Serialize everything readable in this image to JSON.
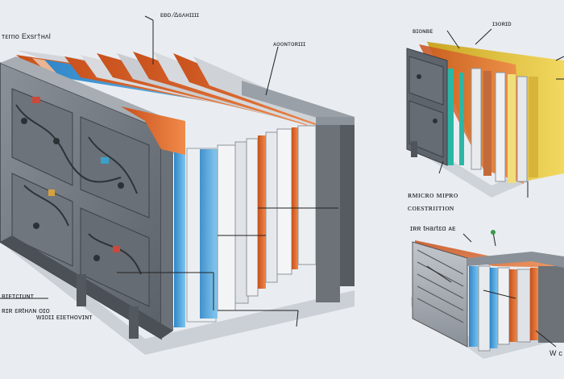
{
  "labels": {
    "top_left": "ᴛεrno Exsr†ʜʌl",
    "top_center": "ᴇᴆᴅ ⁄∆ɢʌʜɪɪɪɪ",
    "mid_center": "ᴀᴏᴏɴᴛᴏʀɪɪɪ",
    "bottom_left_1": "ʙɪᴇᴛᴄɪᴜɴᴛ",
    "bottom_left_2": "ʀɪʀ ɛʀtʜʌɴ ᴏɪᴏ",
    "bottom_left_3": "ᴡɪᴏɪɪ ᴇɪᴇᴛʜᴏᴠɪɴᴛ",
    "right_top_a": "ʙɪᴏɴʙᴇ",
    "right_top_b": "ɪᴈᴏʀɪᴅ",
    "right_mid_1": "ʀᴍɪᴄʀᴏ ᴍɪᴘʀᴏ",
    "right_mid_2": "ᴄᴏᴇsᴛʀɪɪᴛɪᴏɴ",
    "right_bottom": "ɪʀʀ tʜaɾtɛɑ ᴀᴇ",
    "bottom_right": "W c"
  },
  "colors": {
    "background": "#e9edf1",
    "frame_metal": "#7c8289",
    "frame_dark": "#4a4f55",
    "orange_plate": "#e06a2c",
    "blue_plate": "#4aa3dc",
    "yellow_plate": "#e3c43a",
    "teal_plate": "#2bb7a6",
    "label_text": "#1d2227",
    "leader_line": "#222222"
  }
}
